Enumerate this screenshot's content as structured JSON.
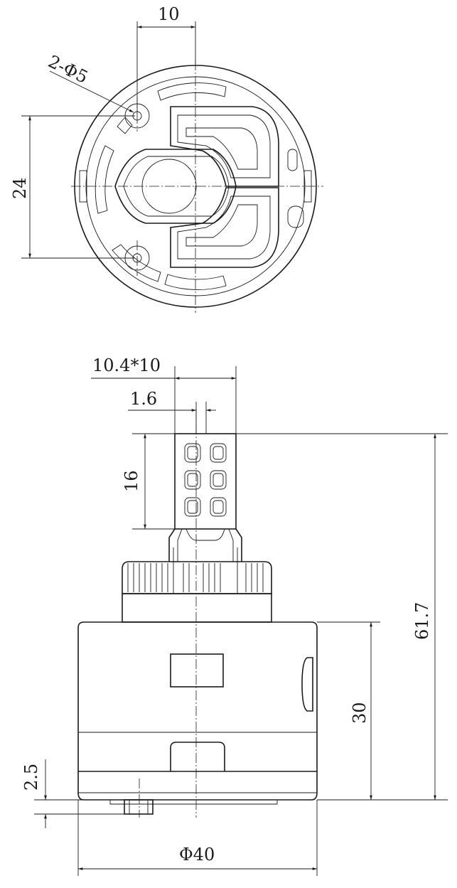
{
  "top_view": {
    "dim_width": "10",
    "dim_holes": "2-Φ5",
    "dim_height": "24"
  },
  "side_view": {
    "dim_stem": "10.4*10",
    "dim_offset": "1.6",
    "dim_stem_height": "16",
    "dim_total_height": "61.7",
    "dim_body_height": "30",
    "dim_base": "2.5",
    "dim_diameter": "Φ40"
  },
  "colors": {
    "line": "#1a1a1a",
    "background": "#ffffff"
  }
}
